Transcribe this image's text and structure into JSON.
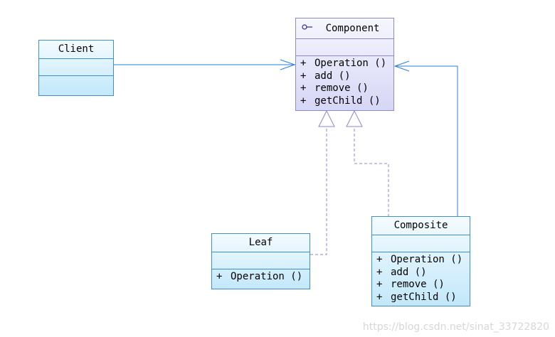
{
  "diagram": {
    "component": {
      "name": "Component",
      "operations": [
        {
          "visibility": "+",
          "signature": "Operation ()"
        },
        {
          "visibility": "+",
          "signature": "add ()"
        },
        {
          "visibility": "+",
          "signature": "remove ()"
        },
        {
          "visibility": "+",
          "signature": "getChild ()"
        }
      ]
    },
    "client": {
      "name": "Client"
    },
    "leaf": {
      "name": "Leaf",
      "operations": [
        {
          "visibility": "+",
          "signature": "Operation ()"
        }
      ]
    },
    "composite": {
      "name": "Composite",
      "operations": [
        {
          "visibility": "+",
          "signature": "Operation ()"
        },
        {
          "visibility": "+",
          "signature": "add ()"
        },
        {
          "visibility": "+",
          "signature": "remove ()"
        },
        {
          "visibility": "+",
          "signature": "getChild ()"
        }
      ]
    },
    "colors": {
      "class_border": "#3d8fd0",
      "interface_border": "#8c8ccc",
      "association_line": "#2b7fd6",
      "realization_line": "#8a8ad0"
    }
  },
  "watermark": "https://blog.csdn.net/sinat_33722820"
}
